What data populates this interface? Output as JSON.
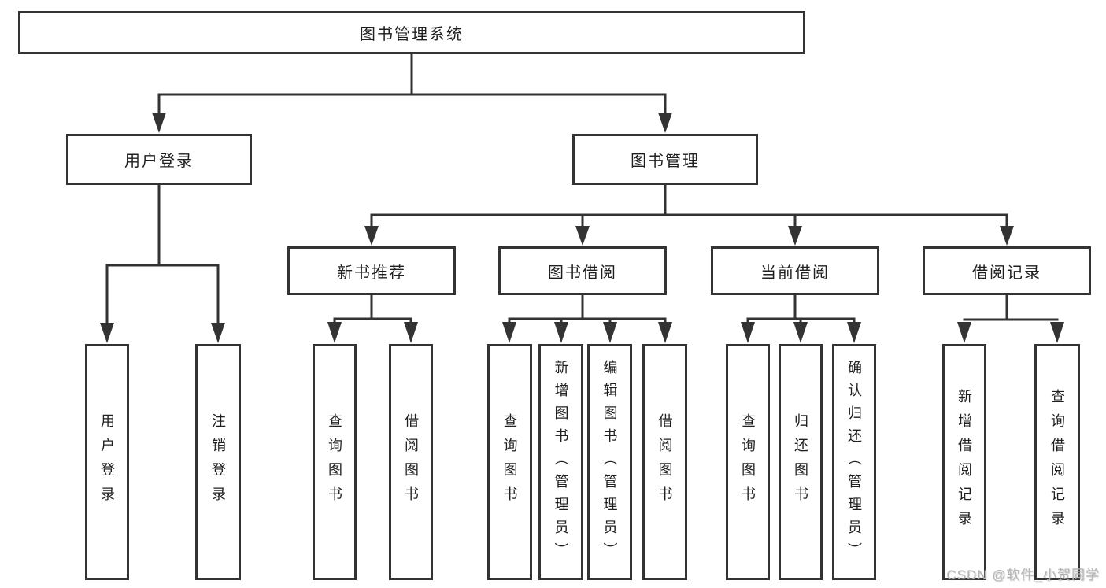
{
  "watermark": "CSDN @软件_小贺同学",
  "colors": {
    "line": "#333333",
    "text": "#1f1f1f",
    "watermark": "#b5b5b5",
    "background": "#ffffff"
  },
  "tree": {
    "root": {
      "label": "图书管理系统",
      "children": [
        {
          "label": "用户登录",
          "children": [
            {
              "label": "用户登录"
            },
            {
              "label": "注销登录"
            }
          ]
        },
        {
          "label": "图书管理",
          "children": [
            {
              "label": "新书推荐",
              "children": [
                {
                  "label": "查询图书"
                },
                {
                  "label": "借阅图书"
                }
              ]
            },
            {
              "label": "图书借阅",
              "children": [
                {
                  "label": "查询图书"
                },
                {
                  "label": "新增图书（管理员）"
                },
                {
                  "label": "编辑图书（管理员）"
                },
                {
                  "label": "借阅图书"
                }
              ]
            },
            {
              "label": "当前借阅",
              "children": [
                {
                  "label": "查询图书"
                },
                {
                  "label": "归还图书"
                },
                {
                  "label": "确认归还（管理员）"
                }
              ]
            },
            {
              "label": "借阅记录",
              "children": [
                {
                  "label": "新增借阅记录"
                },
                {
                  "label": "查询借阅记录"
                }
              ]
            }
          ]
        }
      ]
    }
  }
}
